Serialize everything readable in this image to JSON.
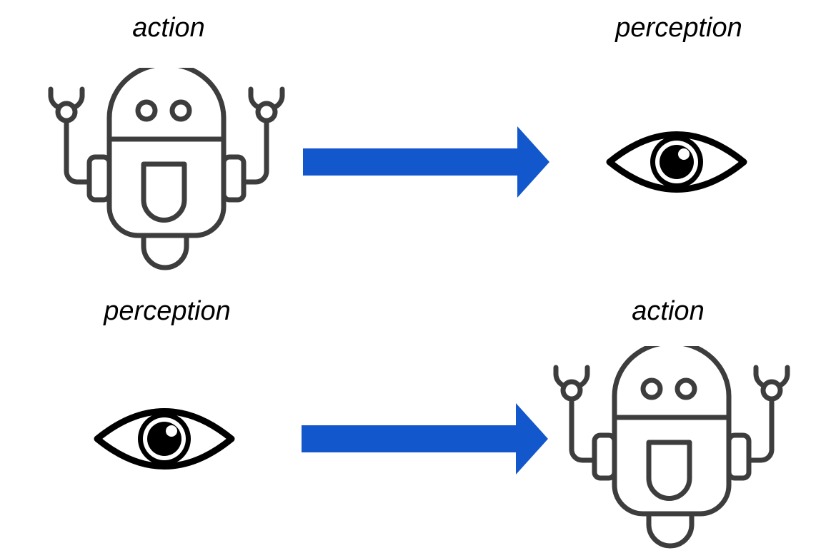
{
  "rows": [
    {
      "source_label": "action",
      "source_icon": "robot-icon",
      "target_label": "perception",
      "target_icon": "eye-icon"
    },
    {
      "source_label": "perception",
      "source_icon": "eye-icon",
      "target_label": "action",
      "target_icon": "robot-icon"
    }
  ],
  "colors": {
    "arrow": "#1357cc",
    "robot_stroke": "#3d3d3d",
    "eye": "#000000",
    "text": "#000000"
  }
}
